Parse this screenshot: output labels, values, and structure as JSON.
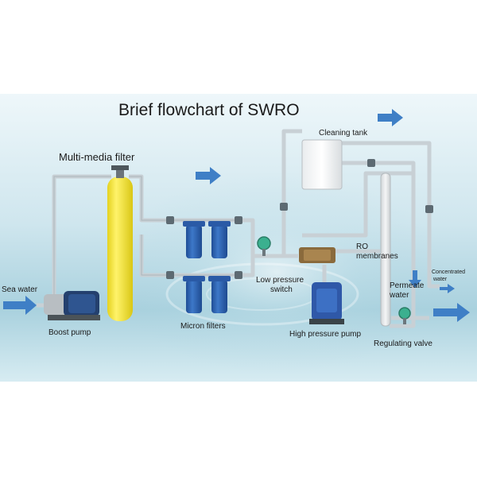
{
  "title": "Brief flowchart of SWRO",
  "labels": {
    "multi_media_filter": "Multi-media filter",
    "cleaning_tank": "Cleaning tank",
    "sea_water": "Sea water",
    "boost_pump": "Boost pump",
    "micron_filters": "Micron filters",
    "low_pressure_switch_1": "Low pressure",
    "low_pressure_switch_2": "switch",
    "high_pressure_pump": "High pressure pump",
    "ro_membranes_1": "RO",
    "ro_membranes_2": "membranes",
    "permeate_water_1": "Permeate",
    "permeate_water_2": "water",
    "concentrated_water_1": "Concentrated",
    "concentrated_water_2": "water",
    "regulating_valve": "Regulating valve"
  },
  "colors": {
    "background_top": "#e6f2f6",
    "background_mid": "#bfdde6",
    "pipe": "#cfd6da",
    "pipe_edge": "#9aa6ad",
    "flow_arrow": "#3f7fc6",
    "filter_tank": "#f2e53a",
    "micron_filter": "#2f63b0",
    "gauge": "#3bb08f",
    "hp_pump": "#2f58a8",
    "membrane": "#8a6a3c"
  }
}
